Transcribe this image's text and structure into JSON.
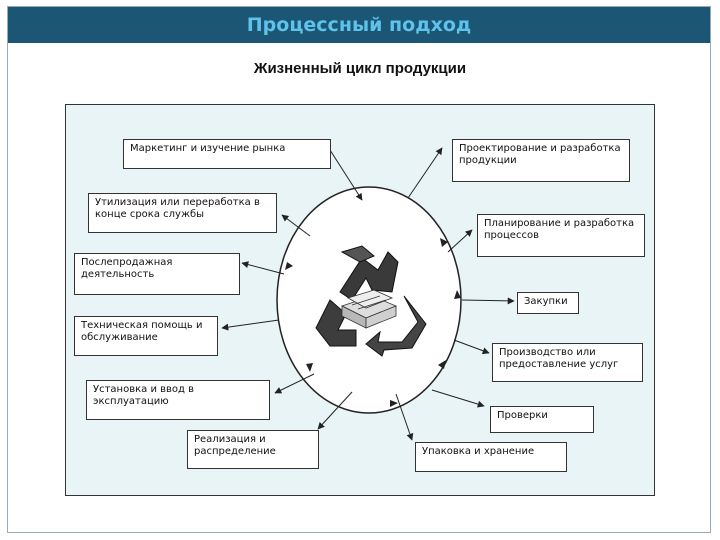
{
  "header": {
    "title": "Процессный подход"
  },
  "subtitle": "Жизненный цикл продукции",
  "stages": {
    "marketing": "Маркетинг и изучение рынка",
    "design": "Проектирование и разработка продукции",
    "disposal": "Утилизация или переработка в конце срока службы",
    "planning": "Планирование и разработка процессов",
    "post_sale": "Послепродажная деятельность",
    "purchasing": "Закупки",
    "tech_support": "Техническая помощь и обслуживание",
    "production": "Производство или предоставление услуг",
    "installation": "Установка и ввод в эксплуатацию",
    "inspection": "Проверки",
    "distribution": "Реализация и распределение",
    "packaging": "Упаковка и хранение"
  }
}
